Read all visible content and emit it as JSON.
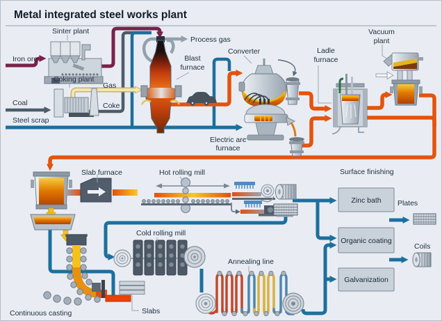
{
  "title": "Metal integrated steel works plant",
  "inputs": {
    "iron_ore": "Iron ore",
    "coal": "Coal",
    "steel_scrap": "Steel scrap"
  },
  "plants": {
    "sinter": "Sinter plant",
    "coking": "Coking plant",
    "gas": "Gas",
    "coke": "Coke",
    "process_gas": "Process gas",
    "blast_furnace": [
      "Blast",
      "furnace"
    ],
    "converter": "Converter",
    "electric_arc_furnace": [
      "Electric arc",
      "furnace"
    ],
    "ladle_furnace": [
      "Ladle",
      "furnace"
    ],
    "vacuum_plant": [
      "Vacuum",
      "plant"
    ]
  },
  "casting_rolling": {
    "continuous_casting": "Continuous casting",
    "slabs": "Slabs",
    "slab_furnace": "Slab furnace",
    "hot_rolling_mill": "Hot rolling mill",
    "cold_rolling_mill": "Cold rolling mill",
    "annealing_line": "Annealing line"
  },
  "finishing": {
    "heading": "Surface finishing",
    "boxes": [
      "Zinc bath",
      "Organic coating",
      "Galvanization"
    ],
    "products": [
      "Plates",
      "Coils"
    ]
  },
  "colors": {
    "background": "#e9edf3",
    "iron_ore_flow": "#7a2149",
    "coal_coke_flow": "#4c5c6a",
    "scrap_flow": "#1d6f9d",
    "hot_metal_flow": "#e5530d",
    "coke_gas_flow": "#f3e6ae",
    "process_gas_flow": "#92a1af",
    "annealing_heat": "#c2482a",
    "annealing_soak": "#d8b13e",
    "annealing_cool": "#4f87ad",
    "finishing_box_fill": "#c9d2db"
  }
}
